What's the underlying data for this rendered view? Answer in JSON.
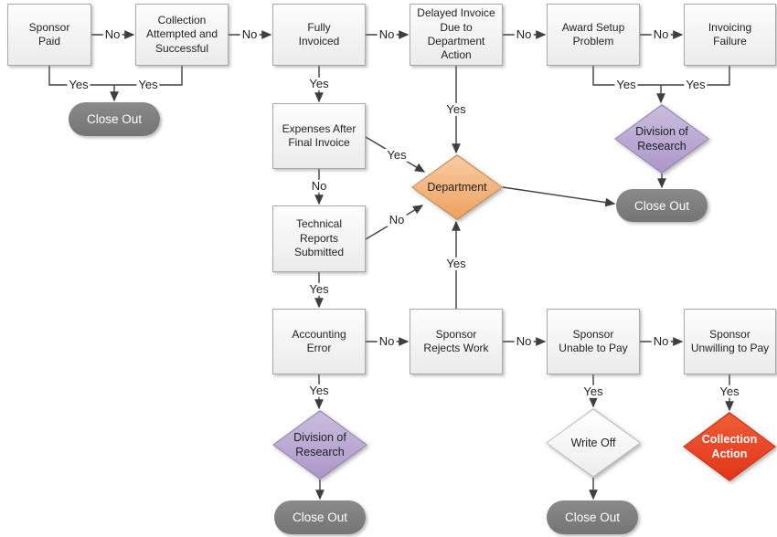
{
  "diagram": {
    "type": "flowchart",
    "colors": {
      "process_fill": "#f3f3f3",
      "process_border": "#a9a9a9",
      "terminator_fill": "#7b7b7b",
      "terminator_text": "#ffffff",
      "department_diamond": "#efa767",
      "division_diamond": "#b3a0cd",
      "write_off_diamond": "#f6f6f6",
      "collection_diamond": "#e6391d",
      "connector": "#3f3f3f"
    },
    "nodes": {
      "sponsor_paid": "Sponsor\nPaid",
      "collection_attempted": "Collection\nAttempted and\nSuccessful",
      "fully_invoiced": "Fully\nInvoiced",
      "delayed_invoice": "Delayed Invoice\nDue to\nDepartment\nAction",
      "award_setup": "Award Setup\nProblem",
      "invoicing_failure": "Invoicing\nFailure",
      "close_out_top": "Close Out",
      "expenses_after": "Expenses After\nFinal Invoice",
      "technical_reports": "Technical\nReports\nSubmitted",
      "accounting_error": "Accounting\nError",
      "sponsor_rejects": "Sponsor\nRejects Work",
      "sponsor_unable": "Sponsor\nUnable to Pay",
      "sponsor_unwilling": "Sponsor\nUnwilling to Pay",
      "department": "Department",
      "division_top": "Division of\nResearch",
      "close_out_right": "Close Out",
      "division_bottom": "Division of\nResearch",
      "close_out_bottom_left": "Close Out",
      "write_off": "Write Off",
      "close_out_bottom_mid": "Close Out",
      "collection_action": "Collection\nAction"
    },
    "edge_labels": {
      "yes": "Yes",
      "no": "No"
    }
  }
}
